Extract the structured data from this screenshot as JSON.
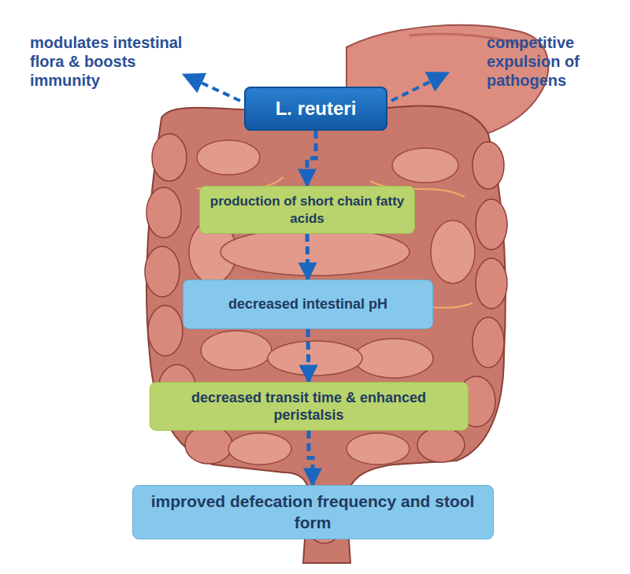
{
  "diagram": {
    "nodes": [
      {
        "text": [
          "L. reuteri"
        ]
      },
      {
        "text": [
          "production of short chain fatty acids"
        ]
      },
      {
        "text": [
          "decreased intestinal pH"
        ]
      },
      {
        "text": [
          "decreased transit time & enhanced peristalsis"
        ]
      },
      {
        "text": [
          "improved defecation frequency and stool form"
        ]
      }
    ],
    "edges": [
      {
        "from": 0,
        "to": 1,
        "arrow": "to"
      },
      {
        "from": 1,
        "to": 2,
        "arrow": "to"
      },
      {
        "from": 2,
        "to": 3,
        "arrow": "to"
      },
      {
        "from": 3,
        "to": 4,
        "arrow": "to"
      }
    ],
    "labels": [
      "modulates intestinal flora & boosts immunity",
      "competitive expulsion of pathogens"
    ]
  }
}
